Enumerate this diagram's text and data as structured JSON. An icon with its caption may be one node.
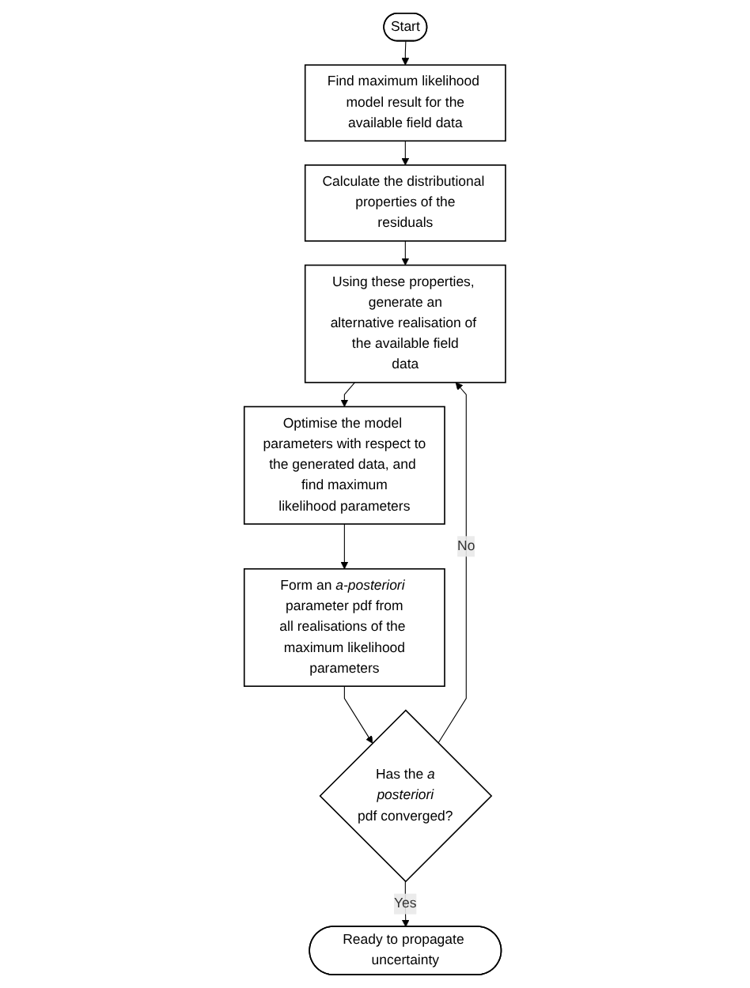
{
  "diagram": {
    "nodes": [
      {
        "text": [
          "Start"
        ]
      },
      {
        "text": [
          "Find maximum likelihood model result for the available field data"
        ]
      },
      {
        "text": [
          "Calculate the distributional properties of the residuals"
        ]
      },
      {
        "text": [
          "Using these properties, generate an alternative realisation of the available field data"
        ]
      },
      {
        "text": [
          "Optimise the model parameters with respect to the generated data, and find maximum likelihood parameters"
        ]
      },
      {
        "text": [
          "Form an *a-posteriori* parameter pdf from all realisations of the maximum likelihood parameters"
        ]
      },
      {
        "text": [
          "Has the *a posteriori* pdf converged?"
        ]
      },
      {
        "text": [
          "Ready to propagate uncertainty"
        ]
      }
    ],
    "edges": [
      {
        "from": 0,
        "to": 1,
        "arrow": "to"
      },
      {
        "from": 1,
        "to": 2,
        "arrow": "to"
      },
      {
        "from": 2,
        "to": 3,
        "arrow": "to"
      },
      {
        "from": 3,
        "to": 4,
        "arrow": "to"
      },
      {
        "from": 4,
        "to": 5,
        "arrow": "to"
      },
      {
        "from": 5,
        "to": 6,
        "arrow": "to"
      },
      {
        "from": 6,
        "to": 3,
        "arrow": "to",
        "label": "No"
      },
      {
        "from": 6,
        "to": 7,
        "arrow": "to",
        "label": "Yes"
      }
    ]
  }
}
